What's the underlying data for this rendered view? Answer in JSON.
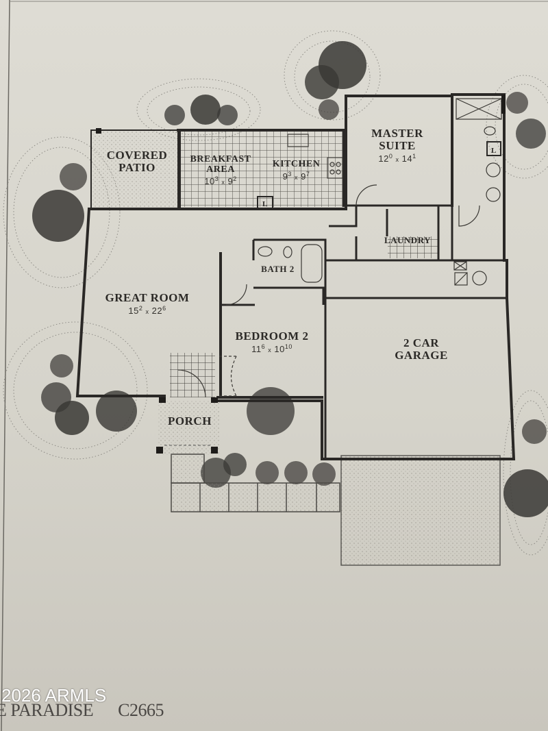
{
  "document": {
    "type": "floor-plan",
    "colors": {
      "paper": "#dedcd4",
      "wall": "#2a2826",
      "ink": "#2c2a27",
      "watermark": "#ffffff"
    }
  },
  "rooms": {
    "covered_patio": {
      "name_line1": "COVERED",
      "name_line2": "PATIO"
    },
    "breakfast_area": {
      "name_line1": "BREAKFAST",
      "name_line2": "AREA",
      "dim_w": "10",
      "dim_w_in": "3",
      "dim_sep": "x",
      "dim_l": "9",
      "dim_l_in": "2"
    },
    "kitchen": {
      "name": "KITCHEN",
      "dim_w": "9",
      "dim_w_in": "3",
      "dim_sep": "x",
      "dim_l": "9",
      "dim_l_in": "7",
      "pantry_mark": "L"
    },
    "master_suite": {
      "name_line1": "MASTER",
      "name_line2": "SUITE",
      "dim_w": "12",
      "dim_w_in": "0",
      "dim_sep": "x",
      "dim_l": "14",
      "dim_l_in": "1",
      "closet_mark": "L"
    },
    "laundry": {
      "name": "LAUNDRY"
    },
    "bath_2": {
      "name": "BATH 2"
    },
    "great_room": {
      "name": "GREAT ROOM",
      "dim_w": "15",
      "dim_w_in": "2",
      "dim_sep": "x",
      "dim_l": "22",
      "dim_l_in": "6"
    },
    "bedroom_2": {
      "name": "BEDROOM 2",
      "dim_w": "11",
      "dim_w_in": "6",
      "dim_sep": "x",
      "dim_l": "10",
      "dim_l_in": "10"
    },
    "garage": {
      "name_line1": "2 CAR",
      "name_line2": "GARAGE"
    },
    "porch": {
      "name": "PORCH"
    }
  },
  "footer": {
    "plan_name": "E PARADISE",
    "plan_code": "C2665"
  },
  "watermark": {
    "text": "2026 ARMLS"
  }
}
